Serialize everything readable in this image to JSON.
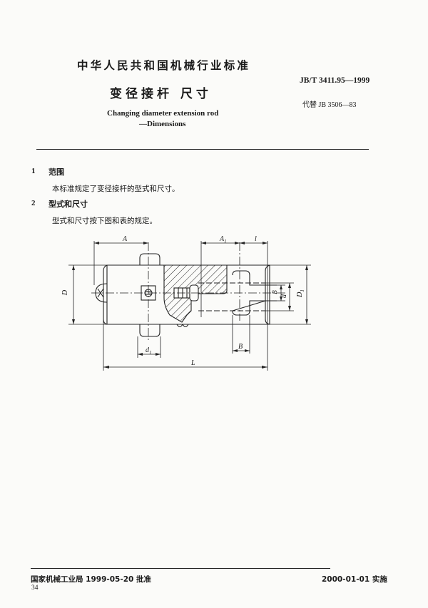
{
  "header": {
    "organization": "中华人民共和国机械行业标准",
    "standard_number": "JB/T  3411.95—1999",
    "title_cn": "变径接杆  尺寸",
    "replaces": "代替 JB 3506—83",
    "title_en_line1": "Changing diameter extension rod",
    "title_en_line2": "—Dimensions"
  },
  "sections": [
    {
      "number": "1",
      "title": "范围",
      "body": "本标准规定了变径接杆的型式和尺寸。"
    },
    {
      "number": "2",
      "title": "型式和尺寸",
      "body": "型式和尺寸按下图和表的规定。"
    }
  ],
  "figure": {
    "labels": {
      "A": "A",
      "A1": "A",
      "A1_sub": "1",
      "l": "l",
      "D": "D",
      "D1": "D",
      "D1_sub": "1",
      "d": "d",
      "d1": "d",
      "d1_sub": "1",
      "B_vertical": "B",
      "B": "B",
      "L": "L"
    }
  },
  "footer": {
    "approval": "国家机械工业局 1999-05-20 批准",
    "implementation": "2000-01-01 实施",
    "page_number": "34"
  }
}
